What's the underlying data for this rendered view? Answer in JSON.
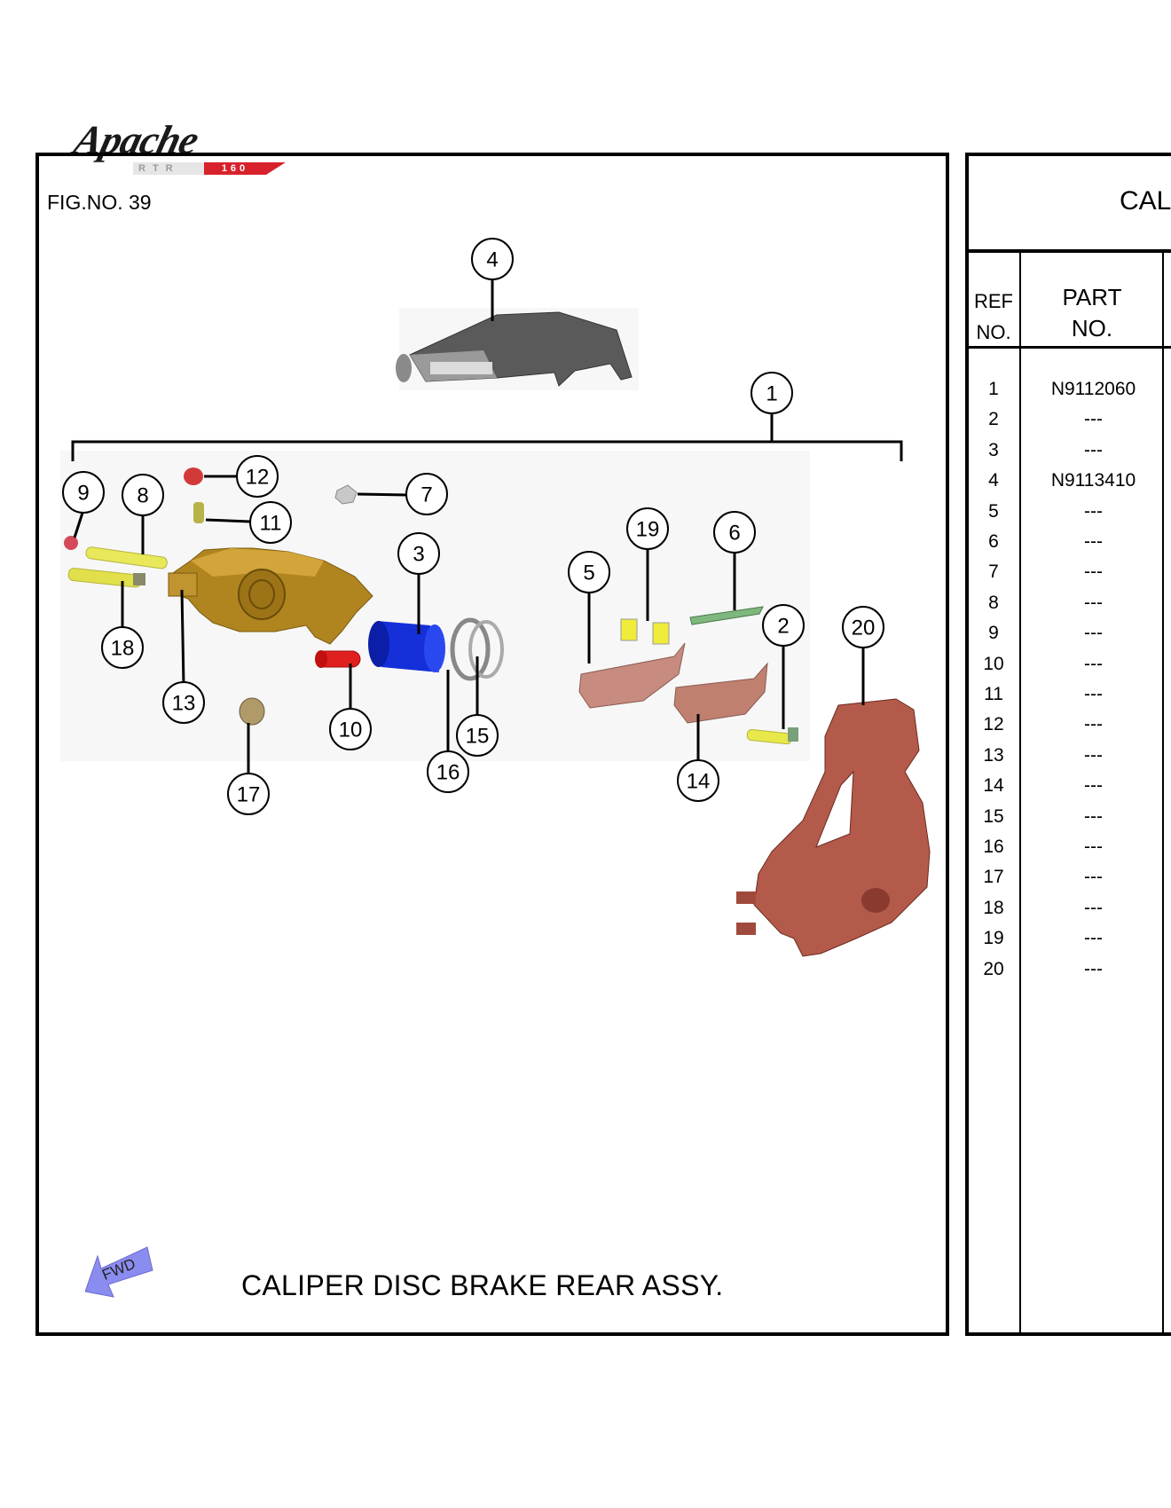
{
  "logo": {
    "script": "Apache",
    "badge_rtr": "RTR",
    "badge_num": "160"
  },
  "figure": {
    "fig_no": "FIG.NO. 39",
    "caption": "CALIPER DISC BRAKE REAR ASSY.",
    "fwd_label": "FWD",
    "callouts": [
      "1",
      "2",
      "3",
      "4",
      "5",
      "6",
      "7",
      "8",
      "9",
      "10",
      "11",
      "12",
      "13",
      "14",
      "15",
      "16",
      "17",
      "18",
      "19",
      "20"
    ]
  },
  "table": {
    "title": "CAL",
    "headers": {
      "ref_line1": "REF",
      "ref_line2": "NO.",
      "part_line1": "PART",
      "part_line2": "NO."
    },
    "rows": [
      {
        "ref": "1",
        "part": "N9112060"
      },
      {
        "ref": "2",
        "part": "---"
      },
      {
        "ref": "3",
        "part": "---"
      },
      {
        "ref": "4",
        "part": "N9113410"
      },
      {
        "ref": "5",
        "part": "---"
      },
      {
        "ref": "6",
        "part": "---"
      },
      {
        "ref": "7",
        "part": "---"
      },
      {
        "ref": "8",
        "part": "---"
      },
      {
        "ref": "9",
        "part": "---"
      },
      {
        "ref": "10",
        "part": "---"
      },
      {
        "ref": "11",
        "part": "---"
      },
      {
        "ref": "12",
        "part": "---"
      },
      {
        "ref": "13",
        "part": "---"
      },
      {
        "ref": "14",
        "part": "---"
      },
      {
        "ref": "15",
        "part": "---"
      },
      {
        "ref": "16",
        "part": "---"
      },
      {
        "ref": "17",
        "part": "---"
      },
      {
        "ref": "18",
        "part": "---"
      },
      {
        "ref": "19",
        "part": "---"
      },
      {
        "ref": "20",
        "part": "---"
      }
    ]
  }
}
